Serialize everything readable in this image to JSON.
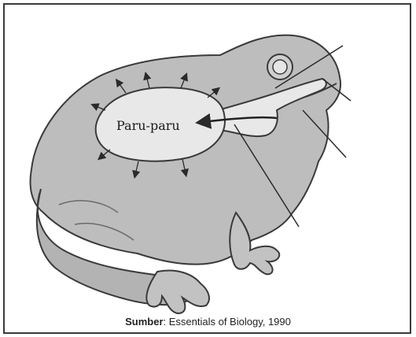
{
  "diagram": {
    "lung_label": "Paru-paru"
  },
  "caption": {
    "source_label": "Sumber",
    "source_text": ": Essentials of Biology, 1990"
  },
  "colors": {
    "frog_fill": "#bdbdbd",
    "frog_dark": "#9c9c9c",
    "outline": "#3a3a3a",
    "lung_fill": "#e8e8e8"
  }
}
